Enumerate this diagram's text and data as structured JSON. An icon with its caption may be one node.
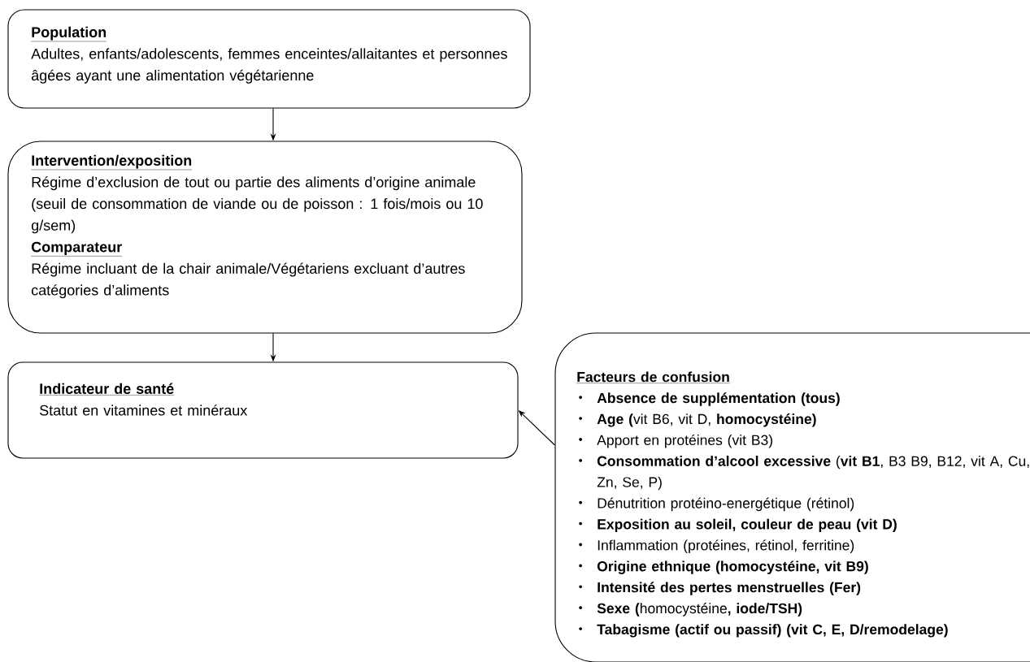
{
  "diagram": {
    "nodes": [
      {
        "text": [
          "Population",
          "Adultes, enfants/adolescents, femmes enceintes/allaitantes et personnes âgées ayant une alimentation végétarienne"
        ]
      },
      {
        "text": [
          "Intervention/exposition",
          "Régime d’exclusion de tout ou partie des aliments d’origine animale (seuil de consommation de viande ou de poisson : 1 fois/mois ou 10 g/sem)",
          "Comparateur",
          "Régime incluant de la chair animale/Végétariens excluant d’autres catégories d’aliments"
        ]
      },
      {
        "text": [
          "Indicateur de santé",
          "Statut en vitamines et minéraux"
        ]
      },
      {
        "text": [
          "Facteurs de confusion",
          "Absence de supplémentation (tous)",
          "**Age (**vit B6, vit D, **homocystéine)**",
          "Apport en protéines (vit B3)",
          "**Consommation d’alcool excessive** (**vit B1**, B3 B9, B12, vit A, Cu, Zn, Se, P)",
          "Dénutrition protéino-energétique (rétinol)",
          "Exposition au soleil, couleur de peau (vit D)",
          "Inflammation (protéines, rétinol, ferritine)",
          "Origine ethnique (homocystéine, vit B9)",
          "Intensité des pertes menstruelles (Fer)",
          "**Sexe (**homocystéine**, iode/TSH)**",
          "Tabagisme (actif ou passif) (vit C, E, D/remodelage)"
        ]
      }
    ],
    "edges": [
      {
        "from": 0,
        "to": 1,
        "arrow": "to"
      },
      {
        "from": 1,
        "to": 2,
        "arrow": "to"
      },
      {
        "from": 3,
        "to": 2,
        "arrow": "to"
      }
    ]
  }
}
